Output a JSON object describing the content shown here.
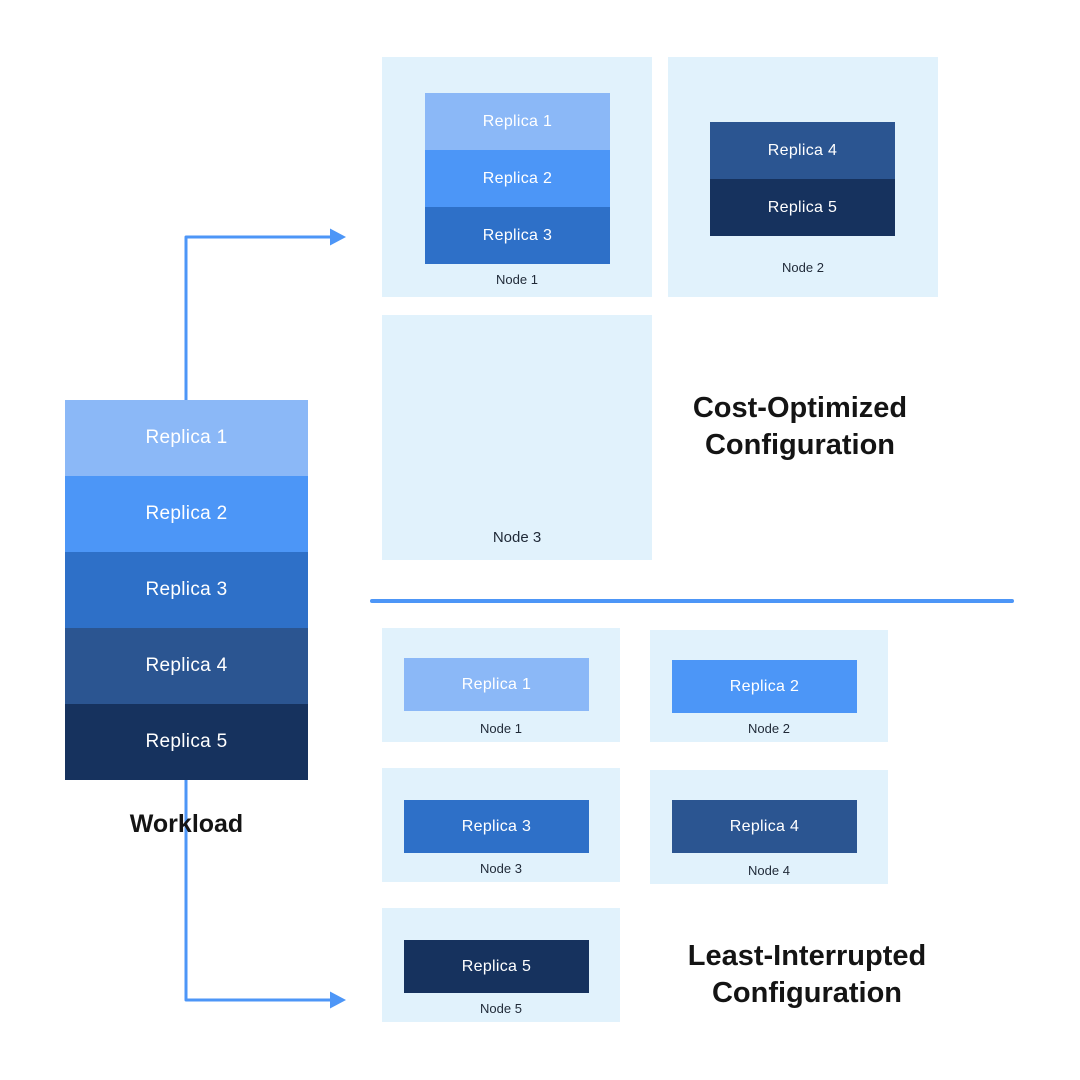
{
  "colors": {
    "replica1": "#8BB8F7",
    "replica2": "#4C96F7",
    "replica3": "#2E70C8",
    "replica4": "#2B5591",
    "replica5": "#16325E",
    "node_bg": "#E1F2FC",
    "accent": "#4D96F7",
    "heading": "#141414",
    "node_label": "#1F2937"
  },
  "workload": {
    "label": "Workload",
    "replicas": [
      {
        "label": "Replica 1"
      },
      {
        "label": "Replica 2"
      },
      {
        "label": "Replica 3"
      },
      {
        "label": "Replica 4"
      },
      {
        "label": "Replica 5"
      }
    ]
  },
  "cost_optimized": {
    "title_line1": "Cost-Optimized",
    "title_line2": "Configuration",
    "nodes": [
      {
        "label": "Node 1",
        "replicas": [
          {
            "label": "Replica 1"
          },
          {
            "label": "Replica 2"
          },
          {
            "label": "Replica 3"
          }
        ]
      },
      {
        "label": "Node 2",
        "replicas": [
          {
            "label": "Replica 4"
          },
          {
            "label": "Replica 5"
          }
        ]
      },
      {
        "label": "Node 3",
        "replicas": []
      }
    ]
  },
  "least_interrupted": {
    "title_line1": "Least-Interrupted",
    "title_line2": "Configuration",
    "nodes": [
      {
        "label": "Node 1",
        "replica": {
          "label": "Replica 1"
        }
      },
      {
        "label": "Node 2",
        "replica": {
          "label": "Replica 2"
        }
      },
      {
        "label": "Node 3",
        "replica": {
          "label": "Replica 3"
        }
      },
      {
        "label": "Node 4",
        "replica": {
          "label": "Replica 4"
        }
      },
      {
        "label": "Node 5",
        "replica": {
          "label": "Replica 5"
        }
      }
    ]
  }
}
